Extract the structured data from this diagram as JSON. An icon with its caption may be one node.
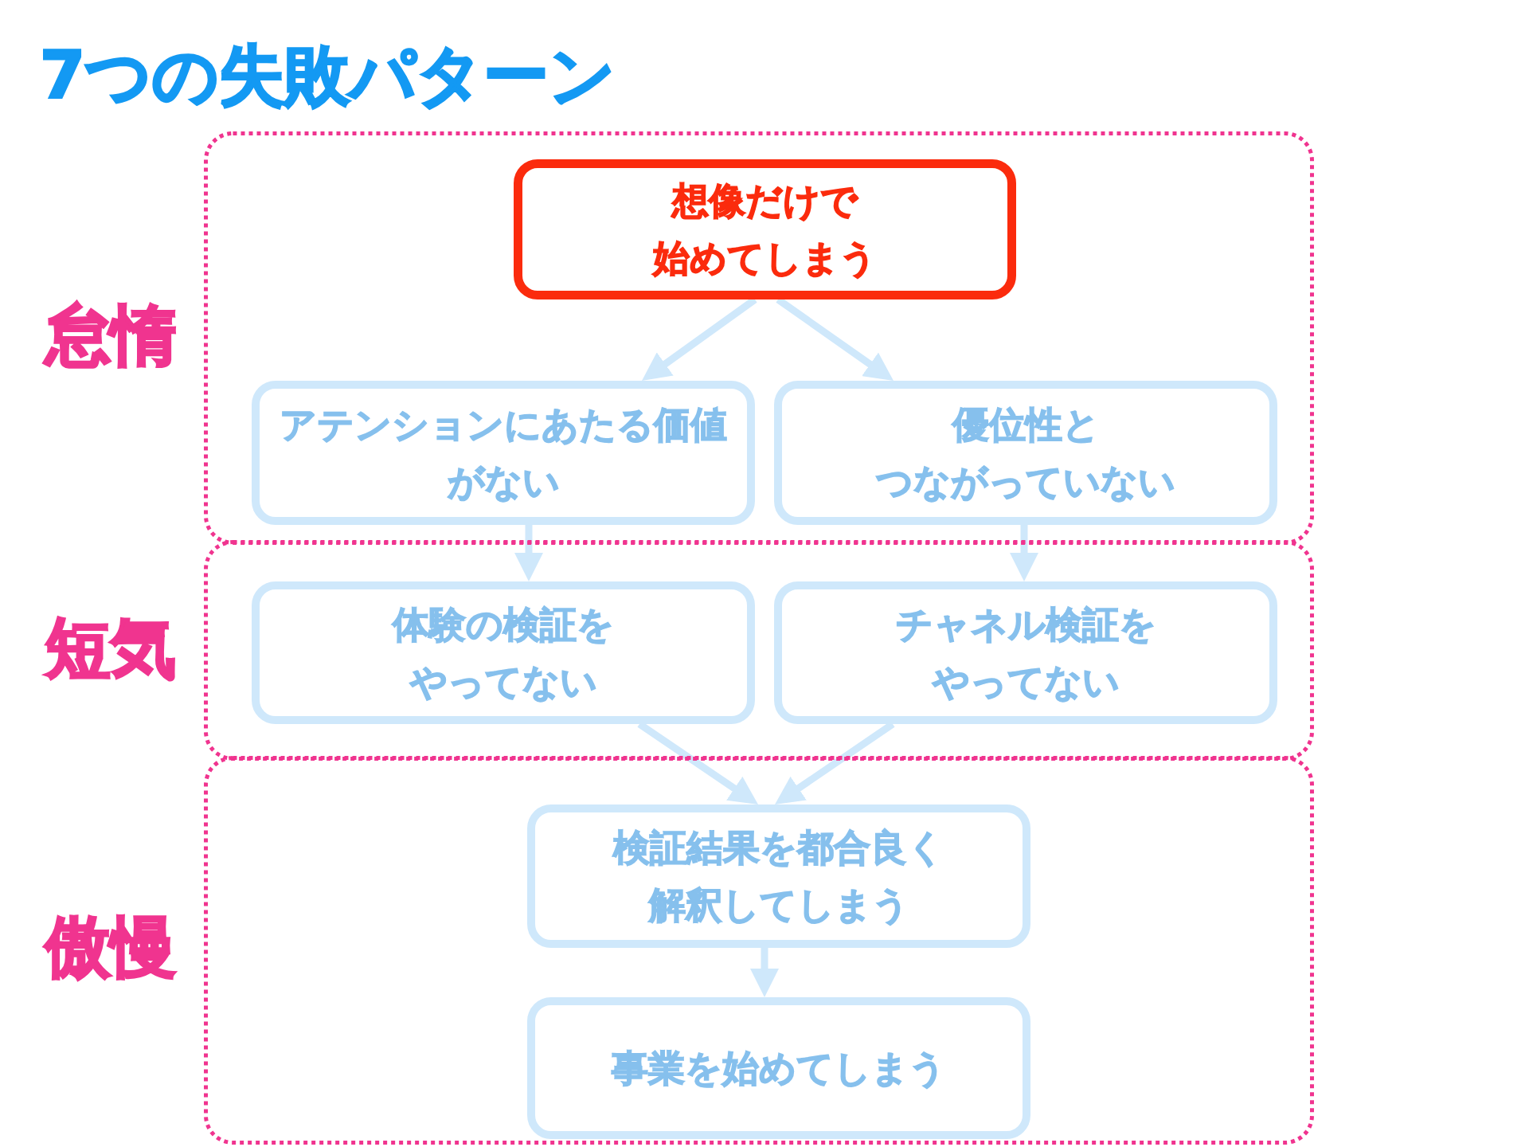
{
  "diagram": {
    "title": "7つの失敗パターン",
    "nodes": [
      {
        "text": [
          "怠惰"
        ]
      },
      {
        "text": [
          "想像だけで始めてしまう"
        ],
        "in": 0
      },
      {
        "text": [
          "アテンションにあたる価値がない"
        ],
        "in": 0
      },
      {
        "text": [
          "優位性とつながっていない"
        ],
        "in": 0
      },
      {
        "text": [
          "短気"
        ]
      },
      {
        "text": [
          "体験の検証をやってない"
        ],
        "in": 4
      },
      {
        "text": [
          "チャネル検証をやってない"
        ],
        "in": 4
      },
      {
        "text": [
          "傲慢"
        ]
      },
      {
        "text": [
          "検証結果を都合良く解釈してしまう"
        ],
        "in": 7
      },
      {
        "text": [
          "事業を始めてしまう"
        ],
        "in": 7
      }
    ],
    "edges": [
      {
        "from": 1,
        "to": 2,
        "arrow": "to"
      },
      {
        "from": 1,
        "to": 3,
        "arrow": "to"
      },
      {
        "from": 2,
        "to": 5,
        "arrow": "to"
      },
      {
        "from": 3,
        "to": 6,
        "arrow": "to"
      },
      {
        "from": 5,
        "to": 8,
        "arrow": "to"
      },
      {
        "from": 6,
        "to": 8,
        "arrow": "to"
      },
      {
        "from": 8,
        "to": 9,
        "arrow": "to"
      }
    ]
  }
}
